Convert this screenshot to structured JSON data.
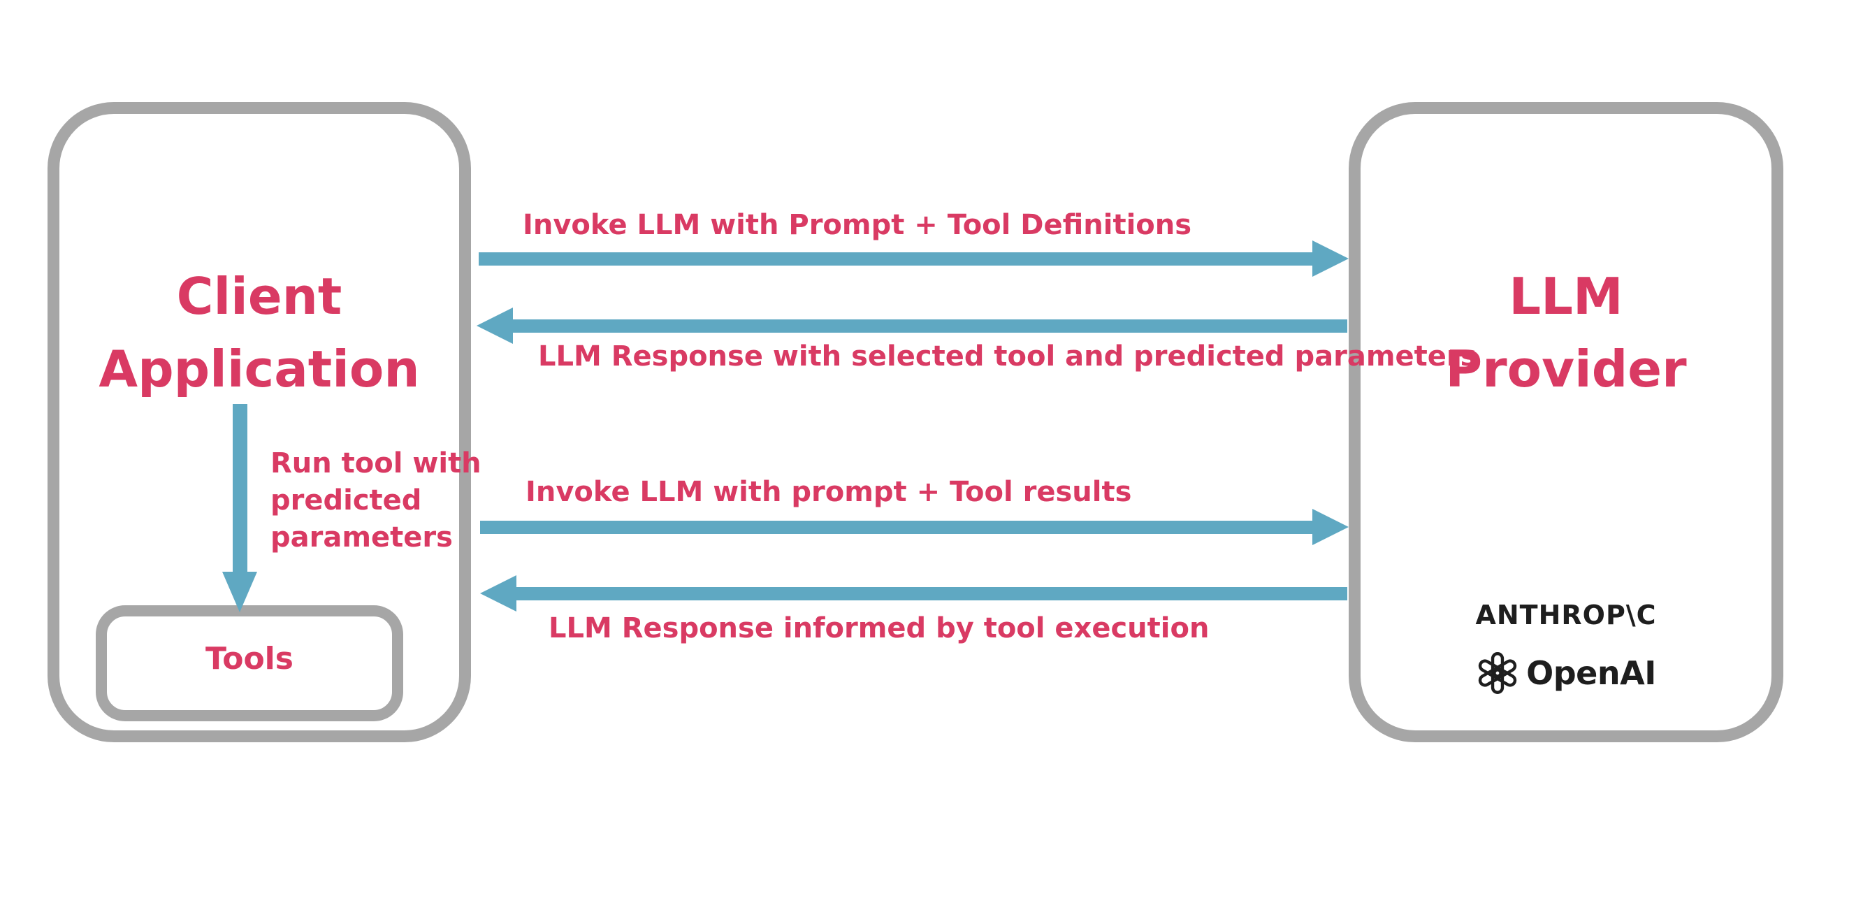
{
  "client_box": {
    "title_lines": [
      "Client",
      "Application"
    ],
    "tools_label": "Tools"
  },
  "provider_box": {
    "title_lines": [
      "LLM",
      "Provider"
    ]
  },
  "flows": [
    {
      "label": "Invoke LLM with Prompt + Tool Definitions",
      "direction": "right"
    },
    {
      "label": "LLM Response with selected tool and predicted parameters",
      "direction": "left"
    },
    {
      "label": "Invoke LLM with prompt + Tool results",
      "direction": "right"
    },
    {
      "label": "LLM Response informed by tool execution",
      "direction": "left"
    }
  ],
  "run_tool_note_lines": [
    "Run tool with",
    "predicted",
    "parameters"
  ],
  "logos": {
    "anthropic_wordmark": "ANTHROP\\C",
    "openai_wordmark": "OpenAI"
  },
  "colors": {
    "pink": "#D93A63",
    "blue": "#5FA8C2",
    "gray": "#A6A6A6",
    "ink": "#1E1E1E"
  }
}
